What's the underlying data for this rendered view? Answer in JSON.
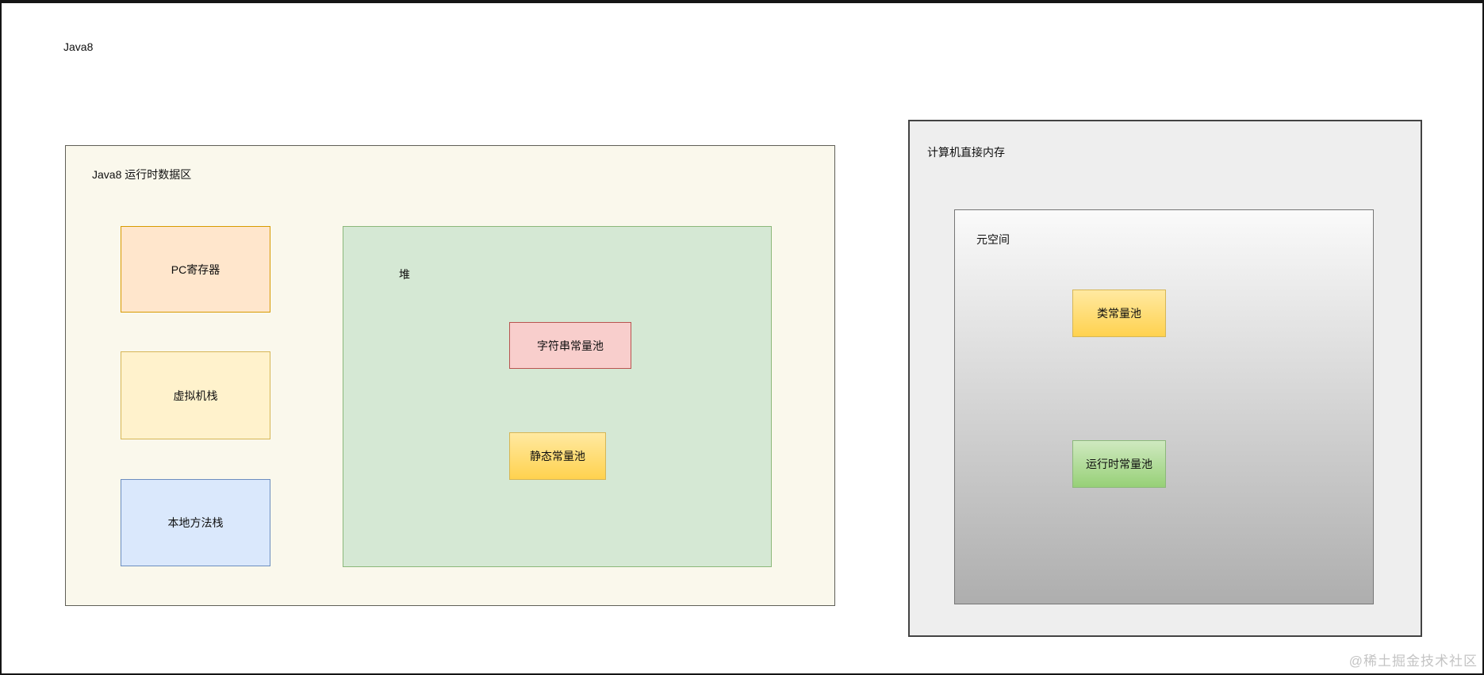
{
  "canvas": {
    "label": "Java8",
    "watermark": "@稀土掘金技术社区"
  },
  "runtime_area": {
    "title": "Java8 运行时数据区",
    "pc_register": "PC寄存器",
    "vm_stack": "虚拟机栈",
    "native_method_stack": "本地方法栈",
    "heap": {
      "label": "堆",
      "string_constant_pool": "字符串常量池",
      "static_constant_pool": "静态常量池"
    }
  },
  "direct_memory": {
    "title": "计算机直接内存",
    "metaspace": {
      "label": "元空间",
      "class_constant_pool": "类常量池",
      "runtime_constant_pool": "运行时常量池"
    }
  },
  "colors": {
    "runtime_bg": "#faf8ec",
    "pc_fill": "#ffe6cc",
    "pc_stroke": "#d79b00",
    "vm_fill": "#fff2cc",
    "vm_stroke": "#d6b656",
    "native_fill": "#dae8fc",
    "native_stroke": "#6c8ebf",
    "heap_fill": "#d5e8d4",
    "heap_stroke": "#8cb87a",
    "string_fill": "#f8cecc",
    "string_stroke": "#b85450",
    "pool_yellow_top": "#ffe9a1",
    "pool_yellow_bottom": "#ffd24f",
    "pool_green_top": "#cfe9c0",
    "pool_green_bottom": "#97d077",
    "direct_fill": "#eeeeee",
    "metaspace_top": "#fafafa",
    "metaspace_bottom": "#aeaeae"
  }
}
